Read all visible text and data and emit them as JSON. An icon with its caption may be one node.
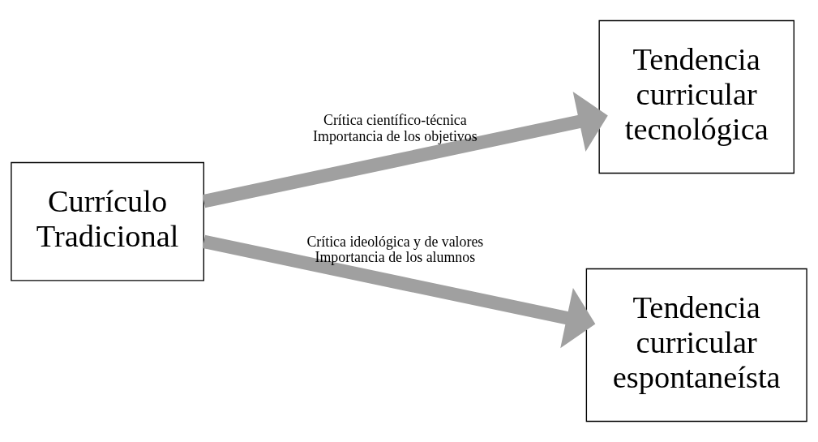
{
  "diagram": {
    "nodes": [
      {
        "text": [
          "Currículo Tradicional"
        ]
      },
      {
        "text": [
          "Tendencia curricular tecnológica"
        ]
      },
      {
        "text": [
          "Tendencia curricular espontaneísta"
        ]
      }
    ],
    "edges": [
      {
        "from": 0,
        "to": 1,
        "arrow": "to",
        "label": "Crítica científico-técnica Importancia de los objetivos"
      },
      {
        "from": 0,
        "to": 2,
        "arrow": "to",
        "label": "Crítica ideológica y de valores Importancia de los alumnos"
      }
    ]
  }
}
